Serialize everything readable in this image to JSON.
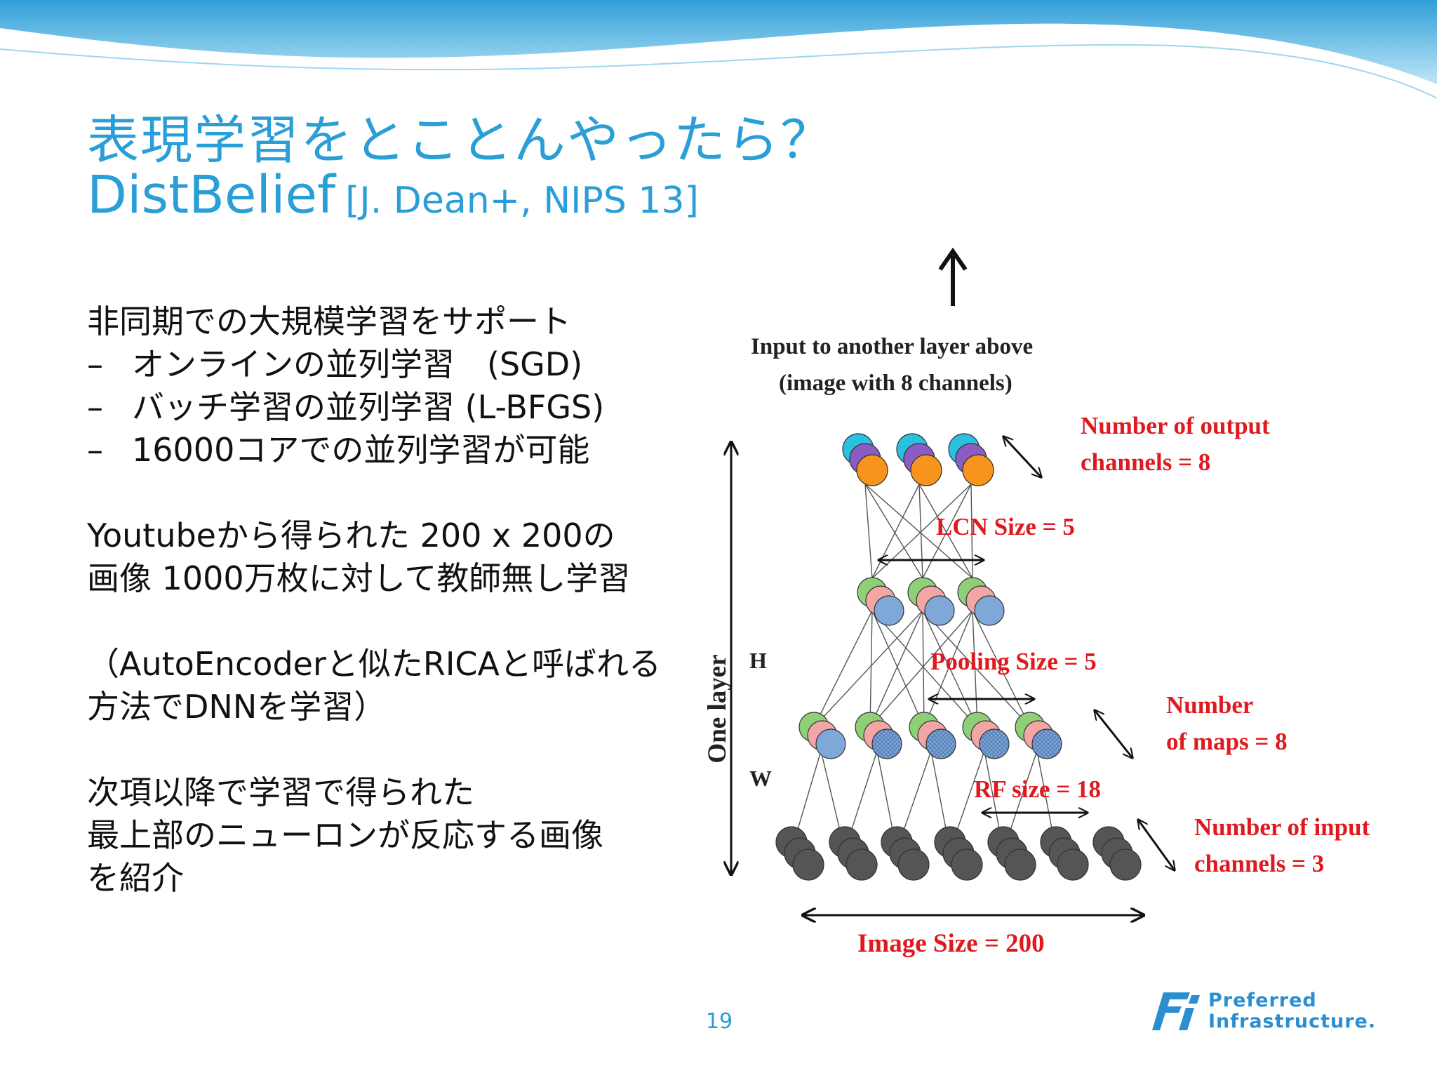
{
  "slide": {
    "title_line1": "表現学習をとことんやったら？",
    "title_line2": "DistBelief",
    "title_citation": "[J. Dean+, NIPS 13]",
    "page_number": "19"
  },
  "body": {
    "heading": "非同期での大規模学習をサポート",
    "bullets": [
      {
        "dash": "–",
        "text": "オンラインの並列学習　(SGD)"
      },
      {
        "dash": "–",
        "text": "バッチ学習の並列学習 (L-BFGS)"
      },
      {
        "dash": "–",
        "text": "16000コアでの並列学習が可能"
      }
    ],
    "paragraph1": [
      "Youtubeから得られた 200 x 200の",
      "画像 1000万枚に対して教師無し学習"
    ],
    "paragraph2": [
      "（AutoEncoderと似たRICAと呼ばれる",
      "方法でDNNを学習）"
    ],
    "paragraph3": [
      "次項以降で学習で得られた",
      "最上部のニューロンが反応する画像",
      "を紹介"
    ]
  },
  "diagram": {
    "input_label_line1": "Input to another layer above",
    "input_label_line2": "(image with 8 channels)",
    "output_channels_line1": "Number  of output",
    "output_channels_line2": "channels = 8",
    "lcn_size": "LCN Size = 5",
    "pooling_size": "Pooling Size = 5",
    "maps_line1": "Number",
    "maps_line2": "of maps = 8",
    "rf_size": "RF size = 18",
    "input_channels_line1": "Number  of input",
    "input_channels_line2": "channels = 3",
    "image_size": "Image Size = 200",
    "one_layer": "One layer",
    "h_label": "H",
    "w_label": "W"
  },
  "logo": {
    "line1": "Preferred",
    "line2": "Infrastructure."
  },
  "colors": {
    "title": "#2a9ed6",
    "annotation_red": "#e0191f",
    "logo_blue": "#2a8fd0",
    "wave": "#4fb5e6"
  }
}
